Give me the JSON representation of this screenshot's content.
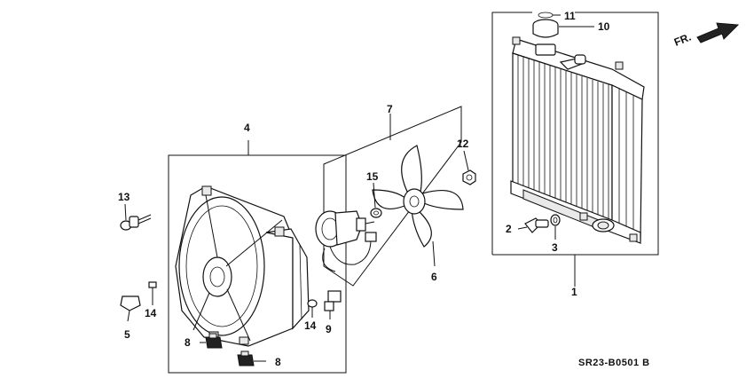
{
  "callouts": [
    {
      "id": "1",
      "label": "1"
    },
    {
      "id": "2",
      "label": "2"
    },
    {
      "id": "3",
      "label": "3"
    },
    {
      "id": "4",
      "label": "4"
    },
    {
      "id": "5",
      "label": "5"
    },
    {
      "id": "6",
      "label": "6"
    },
    {
      "id": "7",
      "label": "7"
    },
    {
      "id": "8a",
      "label": "8"
    },
    {
      "id": "8b",
      "label": "8"
    },
    {
      "id": "9",
      "label": "9"
    },
    {
      "id": "10",
      "label": "10"
    },
    {
      "id": "11",
      "label": "11"
    },
    {
      "id": "12",
      "label": "12"
    },
    {
      "id": "13",
      "label": "13"
    },
    {
      "id": "14a",
      "label": "14"
    },
    {
      "id": "14b",
      "label": "14"
    },
    {
      "id": "15",
      "label": "15"
    }
  ],
  "direction_label": "FR.",
  "diagram_code": "SR23-B0501 B"
}
